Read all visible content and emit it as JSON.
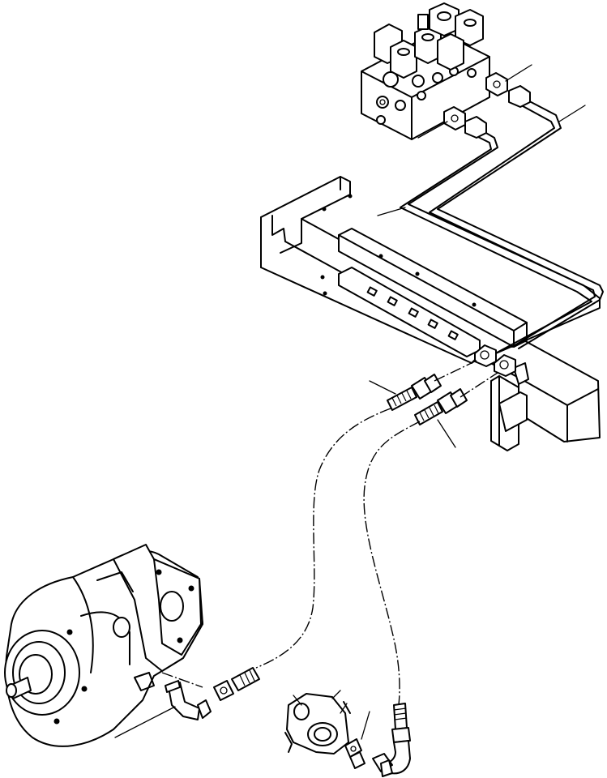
{
  "diagram": {
    "kind": "exploded hydraulic parts diagram",
    "background": "#ffffff",
    "line_color": "#000000",
    "components": [
      "valve-block",
      "steel-tube-upper",
      "steel-tube-lower",
      "mounting-frame",
      "bracket",
      "hose-fitting-left",
      "hose-fitting-right",
      "hose-route-1",
      "hose-route-2",
      "hydraulic-pump",
      "elbow-fitting-pump",
      "hose-end-lower",
      "motor-port-assembly",
      "elbow-fitting-lower"
    ],
    "leader_line_count": 10
  }
}
